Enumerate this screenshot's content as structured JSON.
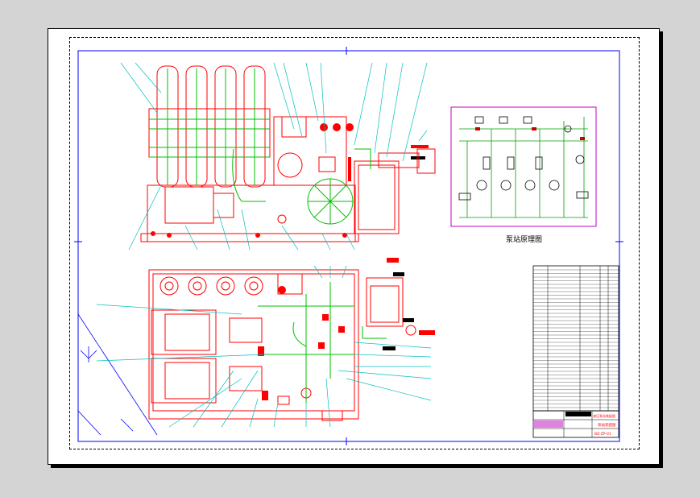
{
  "drawing": {
    "schematic_caption": "泵站原理图",
    "title_block": {
      "project_line": "液压泵站装配图",
      "drawing_name": "泵站装配图",
      "drawing_number": "BZ-ZP-01"
    }
  },
  "colors": {
    "paper": "#ffffff",
    "outline": "#ff0000",
    "hatch": "#00c000",
    "leader": "#00c0c0",
    "border": "#0000ff",
    "schematic_frame": "#c000c0"
  }
}
